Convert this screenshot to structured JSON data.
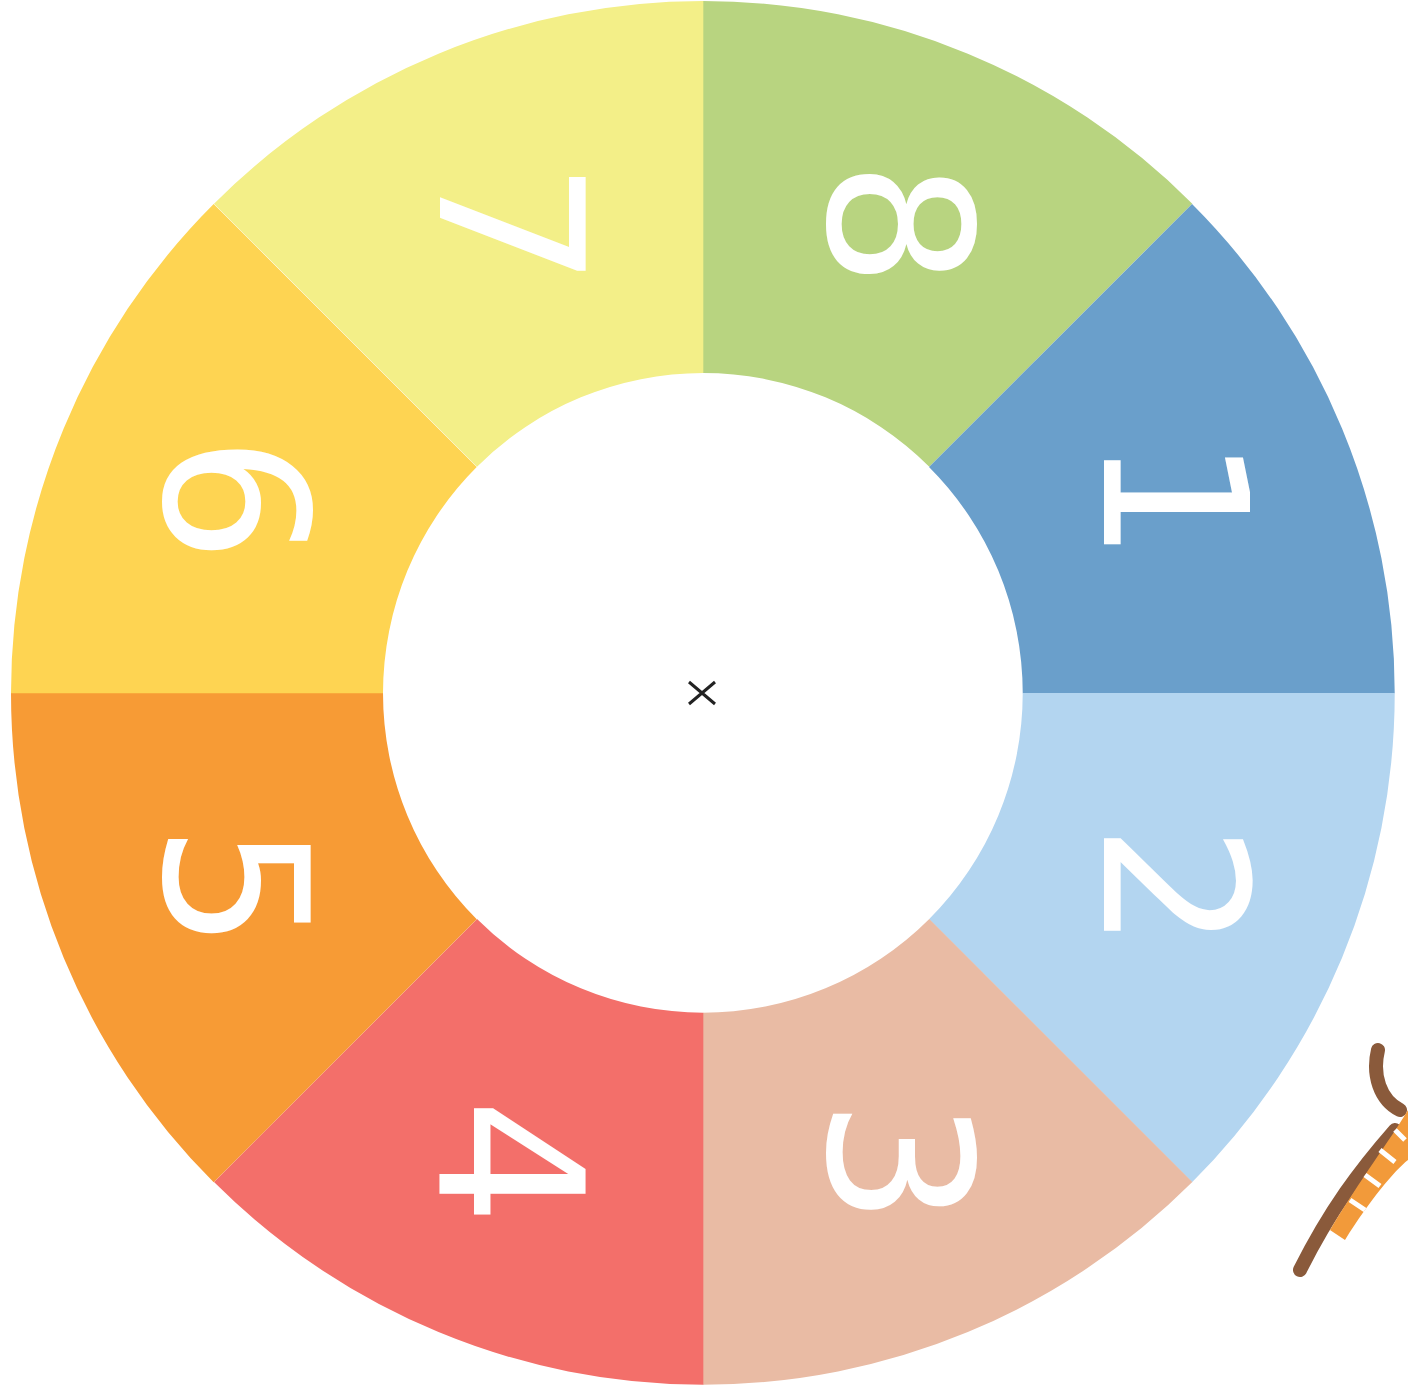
{
  "diagram": {
    "nodes": [
      {
        "text": [
          "8"
        ]
      },
      {
        "text": [
          "1"
        ]
      },
      {
        "text": [
          "2"
        ]
      },
      {
        "text": [
          "3"
        ]
      },
      {
        "text": [
          "4"
        ]
      },
      {
        "text": [
          "5"
        ]
      },
      {
        "text": [
          "6"
        ]
      },
      {
        "text": [
          "7"
        ]
      }
    ]
  }
}
